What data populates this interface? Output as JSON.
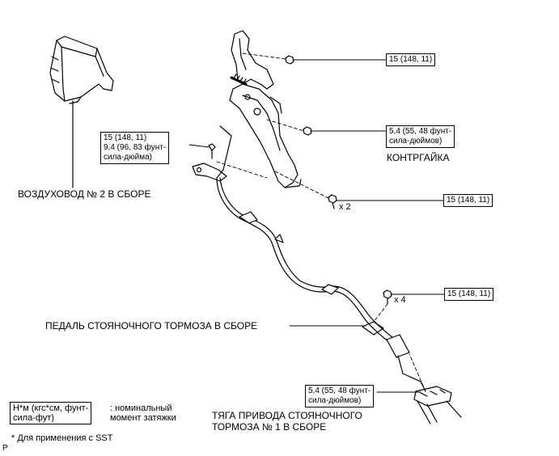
{
  "labels": {
    "duct": "ВОЗДУХОВОД № 2 В СБОРЕ",
    "locknut": "КОНТРГАЙКА",
    "pedal": "ПЕДАЛЬ СТОЯНОЧНОГО ТОРМОЗА В СБОРЕ",
    "cable_line1": "ТЯГА ПРИВОДА СТОЯНОЧНОГО",
    "cable_line2": "ТОРМОЗА № 1 В СБОРЕ"
  },
  "torque": {
    "top_right": "15 (148, 11)",
    "locknut_line1": "5,4 (55, 48 фунт-",
    "locknut_line2": "сила-дюймов)",
    "left_line1": "15 (148, 11)",
    "left_line2": "9,4 (96, 83 фунт-",
    "left_line3": "сила-дюйма)",
    "mid_right": "15 (148, 11)",
    "lower_right": "15 (148, 11)",
    "bottom_line1": "5,4 (55, 48 фунт-",
    "bottom_line2": "сила-дюймов)"
  },
  "multipliers": {
    "x2": "x 2",
    "x4": "x 4"
  },
  "legend": {
    "unit_line1": "Н*м (кгс*см, фунт-",
    "unit_line2": "сила-фут)",
    "desc_line1": ": номинальный",
    "desc_line2": "момент затяжки",
    "footnote": "* Для применения с SST",
    "corner": "P"
  }
}
